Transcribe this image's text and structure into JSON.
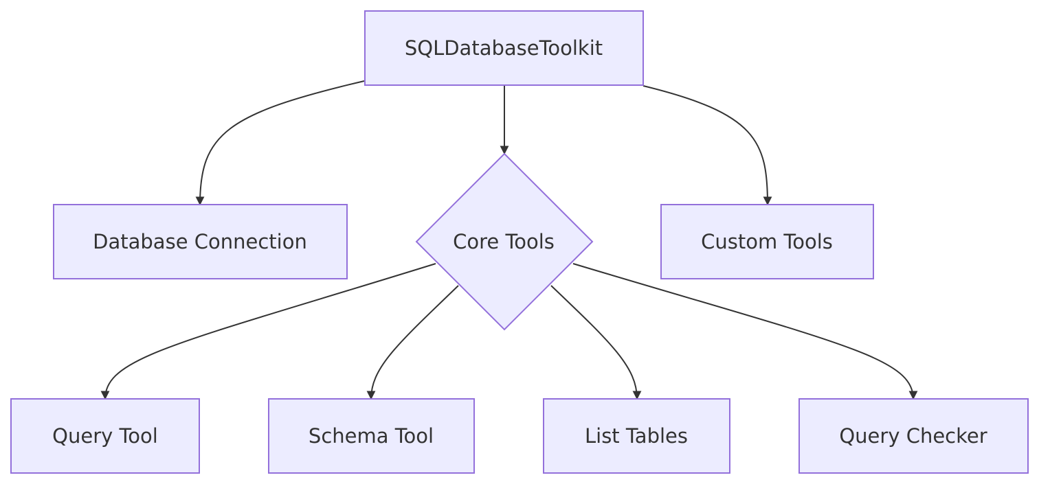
{
  "diagram": {
    "colors": {
      "node_fill": "#ECECFF",
      "node_stroke": "#9370DB",
      "edge": "#333333",
      "text": "#333333"
    },
    "nodes": [
      {
        "id": "toolkit",
        "label": "SQLDatabaseToolkit",
        "shape": "rectangle"
      },
      {
        "id": "db_connection",
        "label": "Database Connection",
        "shape": "rectangle"
      },
      {
        "id": "core_tools",
        "label": "Core Tools",
        "shape": "diamond"
      },
      {
        "id": "custom_tools",
        "label": "Custom Tools",
        "shape": "rectangle"
      },
      {
        "id": "query_tool",
        "label": "Query Tool",
        "shape": "rectangle"
      },
      {
        "id": "schema_tool",
        "label": "Schema Tool",
        "shape": "rectangle"
      },
      {
        "id": "list_tables",
        "label": "List Tables",
        "shape": "rectangle"
      },
      {
        "id": "query_checker",
        "label": "Query Checker",
        "shape": "rectangle"
      }
    ],
    "edges": [
      {
        "from": "toolkit",
        "to": "db_connection"
      },
      {
        "from": "toolkit",
        "to": "core_tools"
      },
      {
        "from": "toolkit",
        "to": "custom_tools"
      },
      {
        "from": "core_tools",
        "to": "query_tool"
      },
      {
        "from": "core_tools",
        "to": "schema_tool"
      },
      {
        "from": "core_tools",
        "to": "list_tables"
      },
      {
        "from": "core_tools",
        "to": "query_checker"
      }
    ]
  }
}
